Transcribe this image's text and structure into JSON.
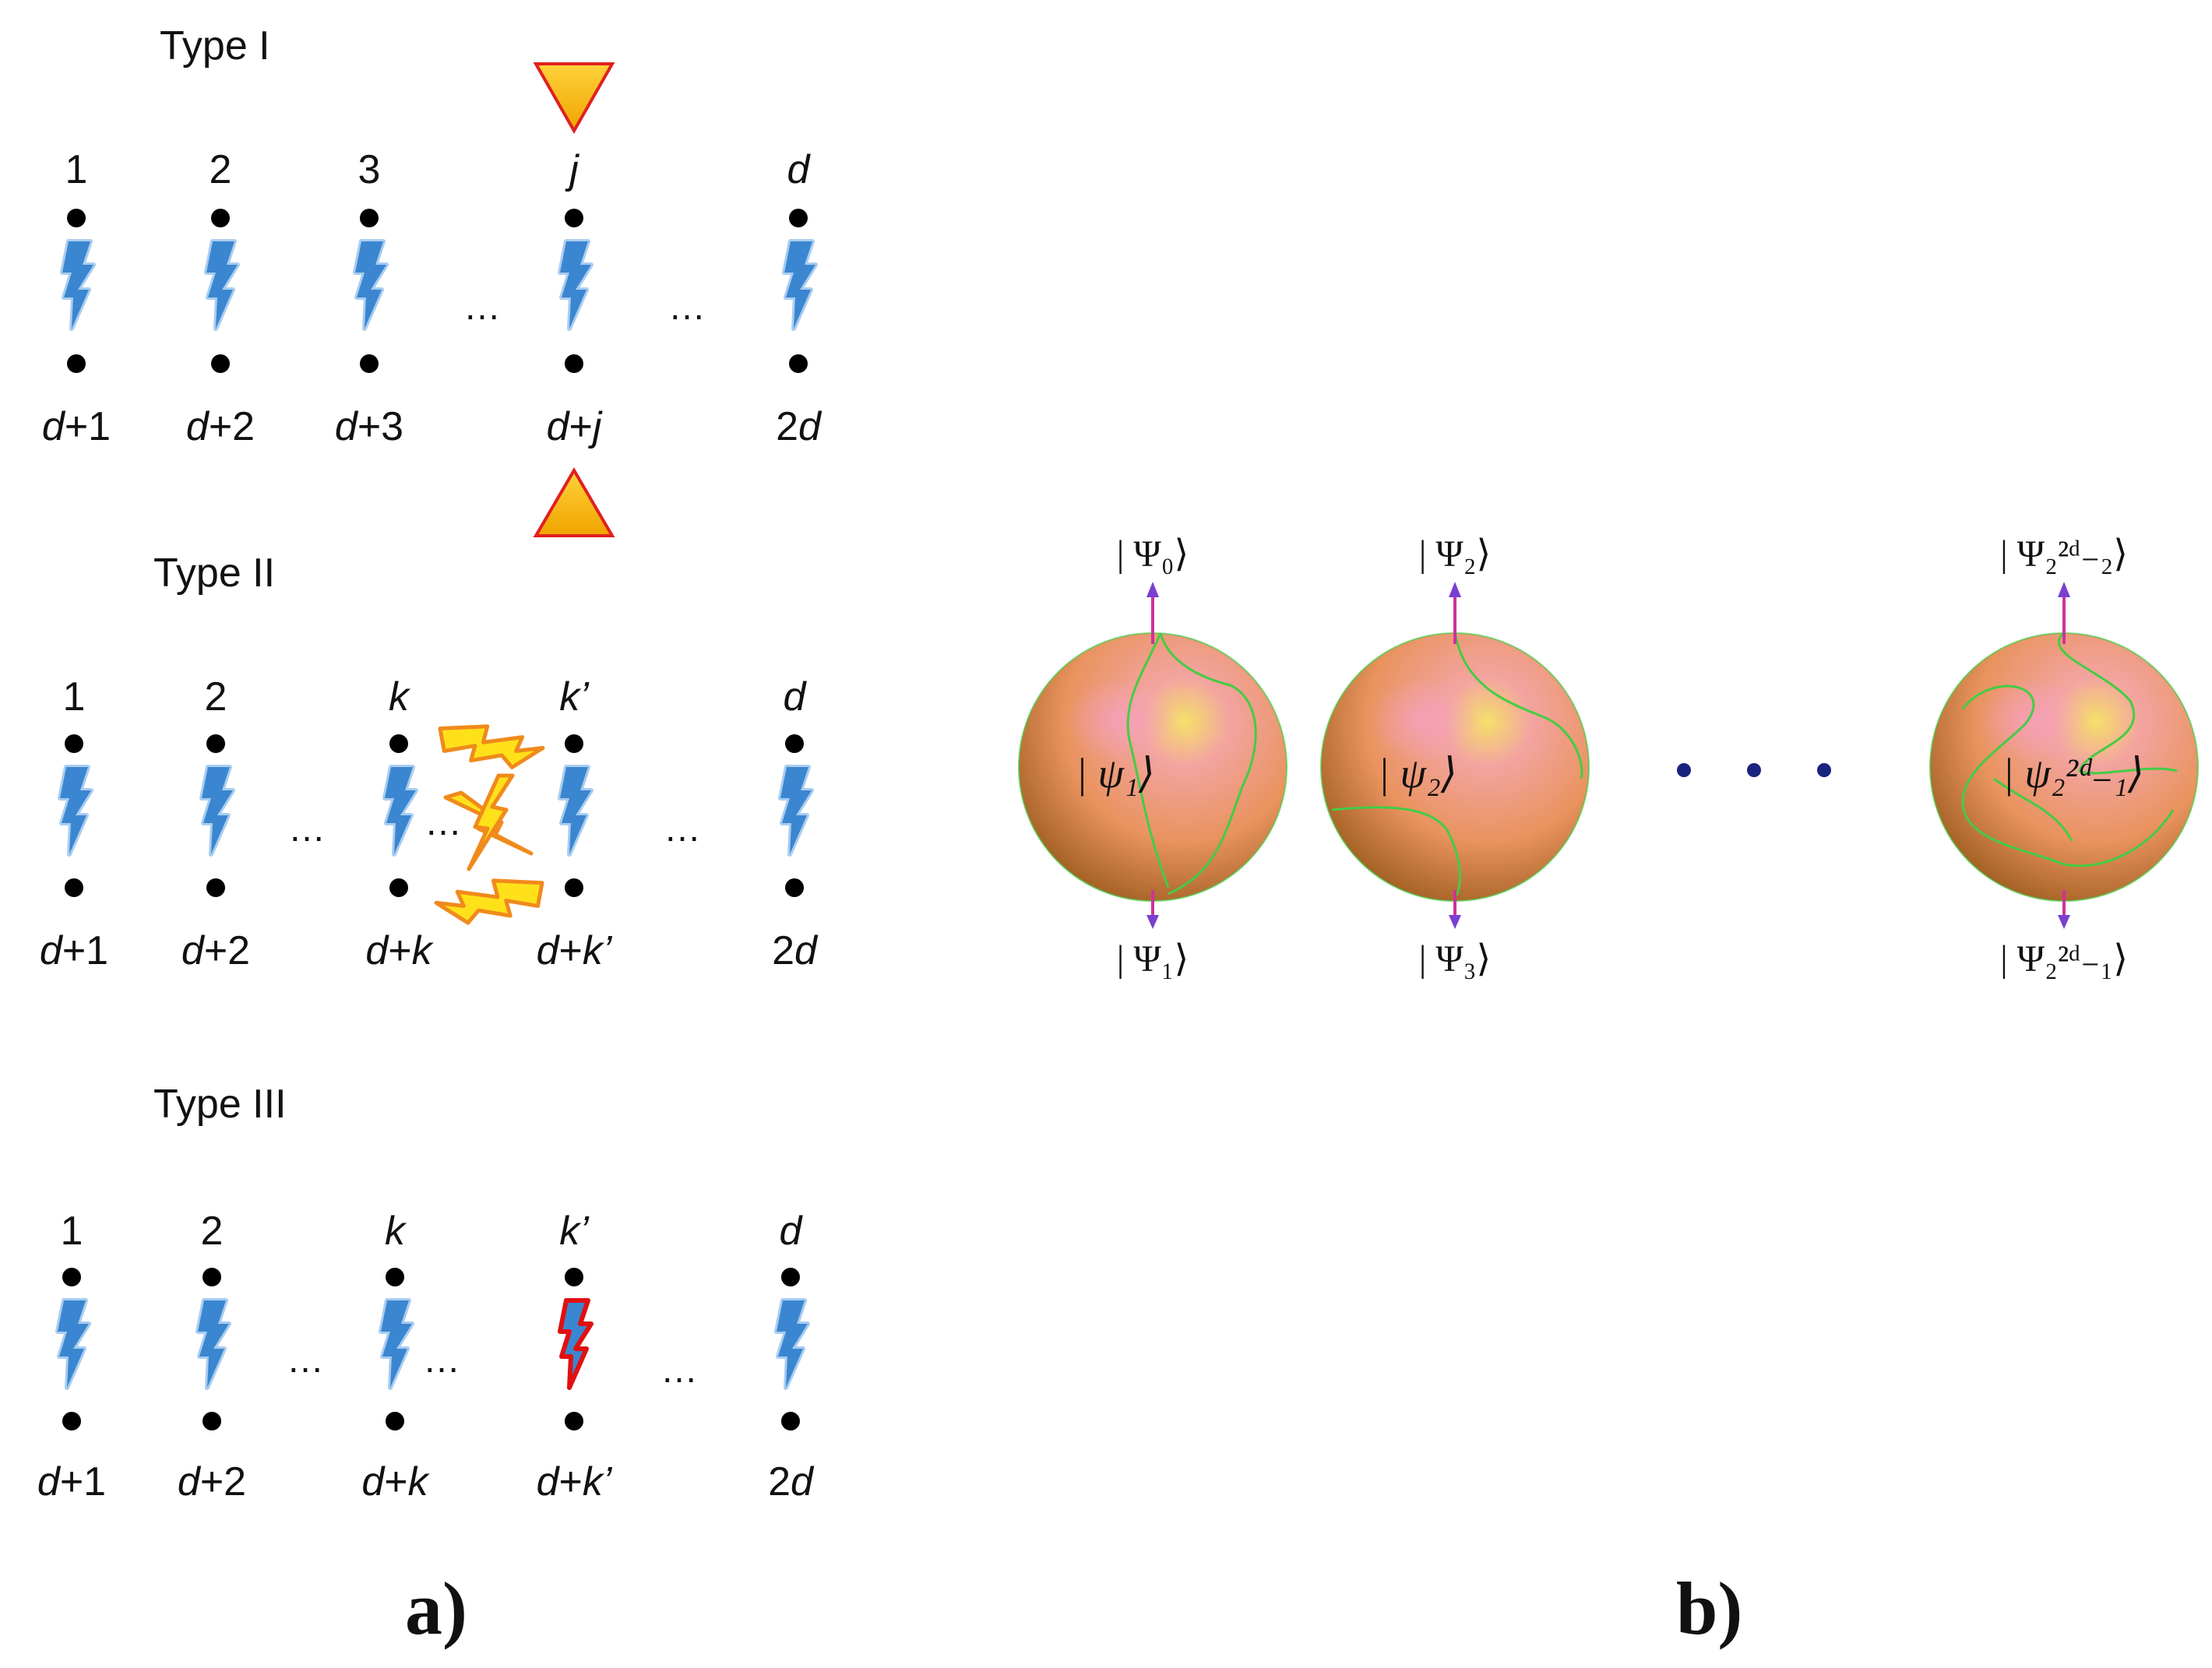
{
  "panel_a": {
    "caption": "a)",
    "type1": {
      "title": "Type I",
      "top": [
        "1",
        "2",
        "3",
        "j",
        "d"
      ],
      "bottom": [
        "d+1",
        "d+2",
        "d+3",
        "d+j",
        "2d"
      ],
      "ellipsis": "…"
    },
    "type2": {
      "title": "Type II",
      "top": [
        "1",
        "2",
        "k",
        "k’",
        "d"
      ],
      "bottom": [
        "d+1",
        "d+2",
        "d+k",
        "d+k’",
        "2d"
      ],
      "ellipsis": "…"
    },
    "type3": {
      "title": "Type III",
      "top": [
        "1",
        "2",
        "k",
        "k’",
        "d"
      ],
      "bottom": [
        "d+1",
        "d+2",
        "d+k",
        "d+k’",
        "2d"
      ],
      "ellipsis": "…"
    }
  },
  "panel_b": {
    "caption": "b)",
    "spheres": [
      {
        "top_label": "| Ψ₀⟩",
        "center_label": "| ψ₁⟩",
        "bottom_label": "| Ψ₁⟩"
      },
      {
        "top_label": "| Ψ₂⟩",
        "center_label": "| ψ₂⟩",
        "bottom_label": "| Ψ₃⟩"
      },
      {
        "top_label": "| Ψ₂²ᵈ₋₂⟩",
        "center_label": "| ψ₂²ᵈ₋₁⟩",
        "bottom_label": "| Ψ₂²ᵈ₋₁⟩"
      }
    ]
  },
  "colors": {
    "bolt_blue": "#3b86d0",
    "bolt_blue_light": "#a9cdf0",
    "bolt_yellow": "#ffe11a",
    "bolt_orange_edge": "#f08a1c",
    "bolt_red_edge": "#e01010",
    "triangle_fill": "#f5b800",
    "triangle_edge": "#e02020",
    "sphere_core": "#f2a070",
    "sphere_edge": "#9a5a1c",
    "sphere_highlight": "#f5e06a",
    "curve_green": "#44cc44",
    "arrow_magenta": "#cc3399",
    "dots_navy": "#1a237e"
  }
}
